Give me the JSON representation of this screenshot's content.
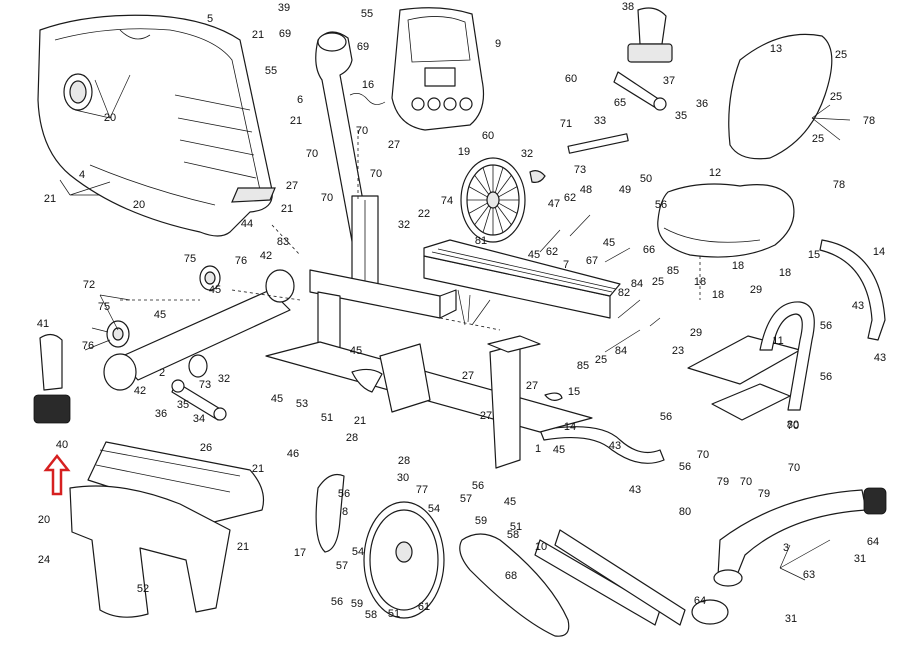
{
  "labels": [
    "1",
    "2",
    "3",
    "4",
    "5",
    "6",
    "7",
    "8",
    "9",
    "10",
    "11",
    "12",
    "13",
    "14",
    "15",
    "16",
    "17",
    "18",
    "19",
    "20",
    "21",
    "22",
    "23",
    "24",
    "25",
    "26",
    "27",
    "28",
    "29",
    "30",
    "31",
    "32",
    "33",
    "34",
    "35",
    "36",
    "37",
    "38",
    "39",
    "40",
    "41",
    "42",
    "43",
    "44",
    "45",
    "46",
    "47",
    "48",
    "49",
    "50",
    "51",
    "52",
    "53",
    "54",
    "55",
    "56",
    "57",
    "58",
    "59",
    "60",
    "61",
    "62",
    "63",
    "64",
    "65",
    "66",
    "67",
    "68",
    "69",
    "70",
    "71",
    "72",
    "73",
    "74",
    "75",
    "76",
    "77",
    "78",
    "79",
    "80",
    "81",
    "82",
    "83",
    "84",
    "85"
  ],
  "highlight": {
    "label": "40",
    "color": "#d62020"
  }
}
